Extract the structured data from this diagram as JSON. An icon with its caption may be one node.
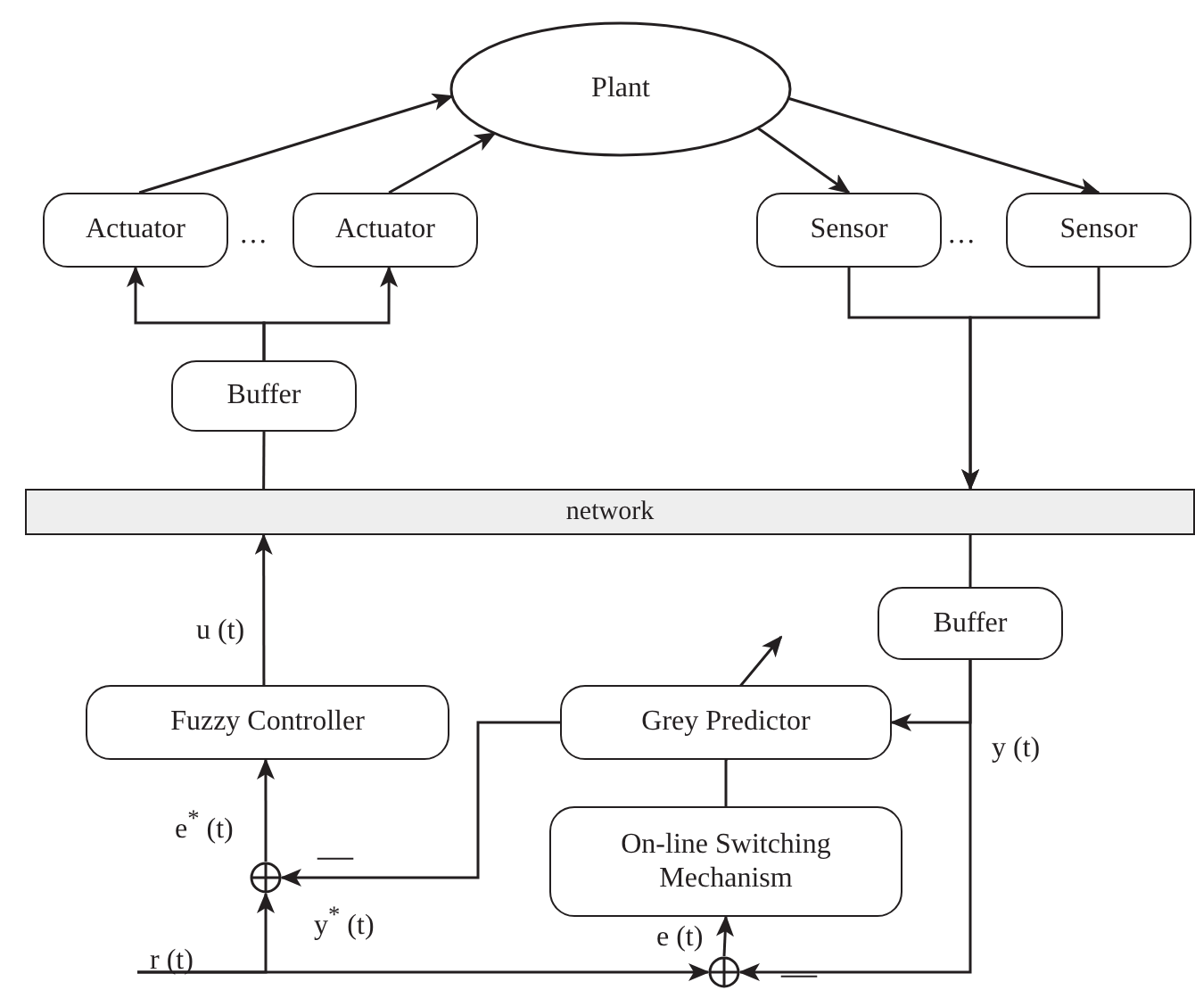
{
  "diagram": {
    "nodes": [
      {
        "text": [
          "Plant"
        ]
      },
      {
        "text": [
          "Actuator"
        ]
      },
      {
        "text": [
          "Actuator"
        ]
      },
      {
        "text": [
          "Sensor"
        ]
      },
      {
        "text": [
          "Sensor"
        ]
      },
      {
        "text": [
          "Buffer"
        ]
      },
      {
        "text": [
          "network"
        ]
      },
      {
        "text": [
          "Buffer"
        ]
      },
      {
        "text": [
          "Fuzzy Controller"
        ]
      },
      {
        "text": [
          "Grey Predictor"
        ]
      },
      {
        "text": [
          "On-line Switching Mechanism"
        ]
      },
      {
        "text": [],
        "shape": "circle"
      },
      {
        "text": [],
        "shape": "circle"
      }
    ],
    "edges": [
      {
        "from": 1,
        "to": 0,
        "arrow": "to"
      },
      {
        "from": 2,
        "to": 0,
        "arrow": "to"
      },
      {
        "from": 0,
        "to": 3,
        "arrow": "to"
      },
      {
        "from": 0,
        "to": 4,
        "arrow": "to"
      },
      {
        "from": 5,
        "to": 1,
        "arrow": "to"
      },
      {
        "from": 5,
        "to": 2,
        "arrow": "to"
      },
      {
        "from": 6,
        "to": 5,
        "arrow": "none"
      },
      {
        "from": 3,
        "to": 6,
        "arrow": "to"
      },
      {
        "from": 4,
        "to": 6,
        "arrow": "to"
      },
      {
        "from": 6,
        "to": 7,
        "arrow": "none"
      },
      {
        "from": 7,
        "to": 9,
        "arrow": "to"
      },
      {
        "from": 7,
        "to": 12,
        "arrow": "to",
        "label": "y (t)"
      },
      {
        "from": 8,
        "to": 6,
        "arrow": "to",
        "label": "u (t)"
      },
      {
        "from": 9,
        "to": 11,
        "arrow": "to",
        "label": "y$^{*}$ (t)"
      },
      {
        "from": 11,
        "to": 8,
        "arrow": "to",
        "label": "e$^{*}$ (t)"
      },
      {
        "from": 12,
        "to": 10,
        "arrow": "to",
        "label": "e (t)"
      },
      {
        "from": null,
        "to": 11,
        "arrow": "to",
        "label": "r (t)"
      },
      {
        "from": null,
        "to": 12,
        "arrow": "to"
      },
      {
        "from": 10,
        "to": 9,
        "arrow": "none"
      }
    ],
    "labels": [
      "…",
      "…",
      "—",
      "—"
    ]
  }
}
